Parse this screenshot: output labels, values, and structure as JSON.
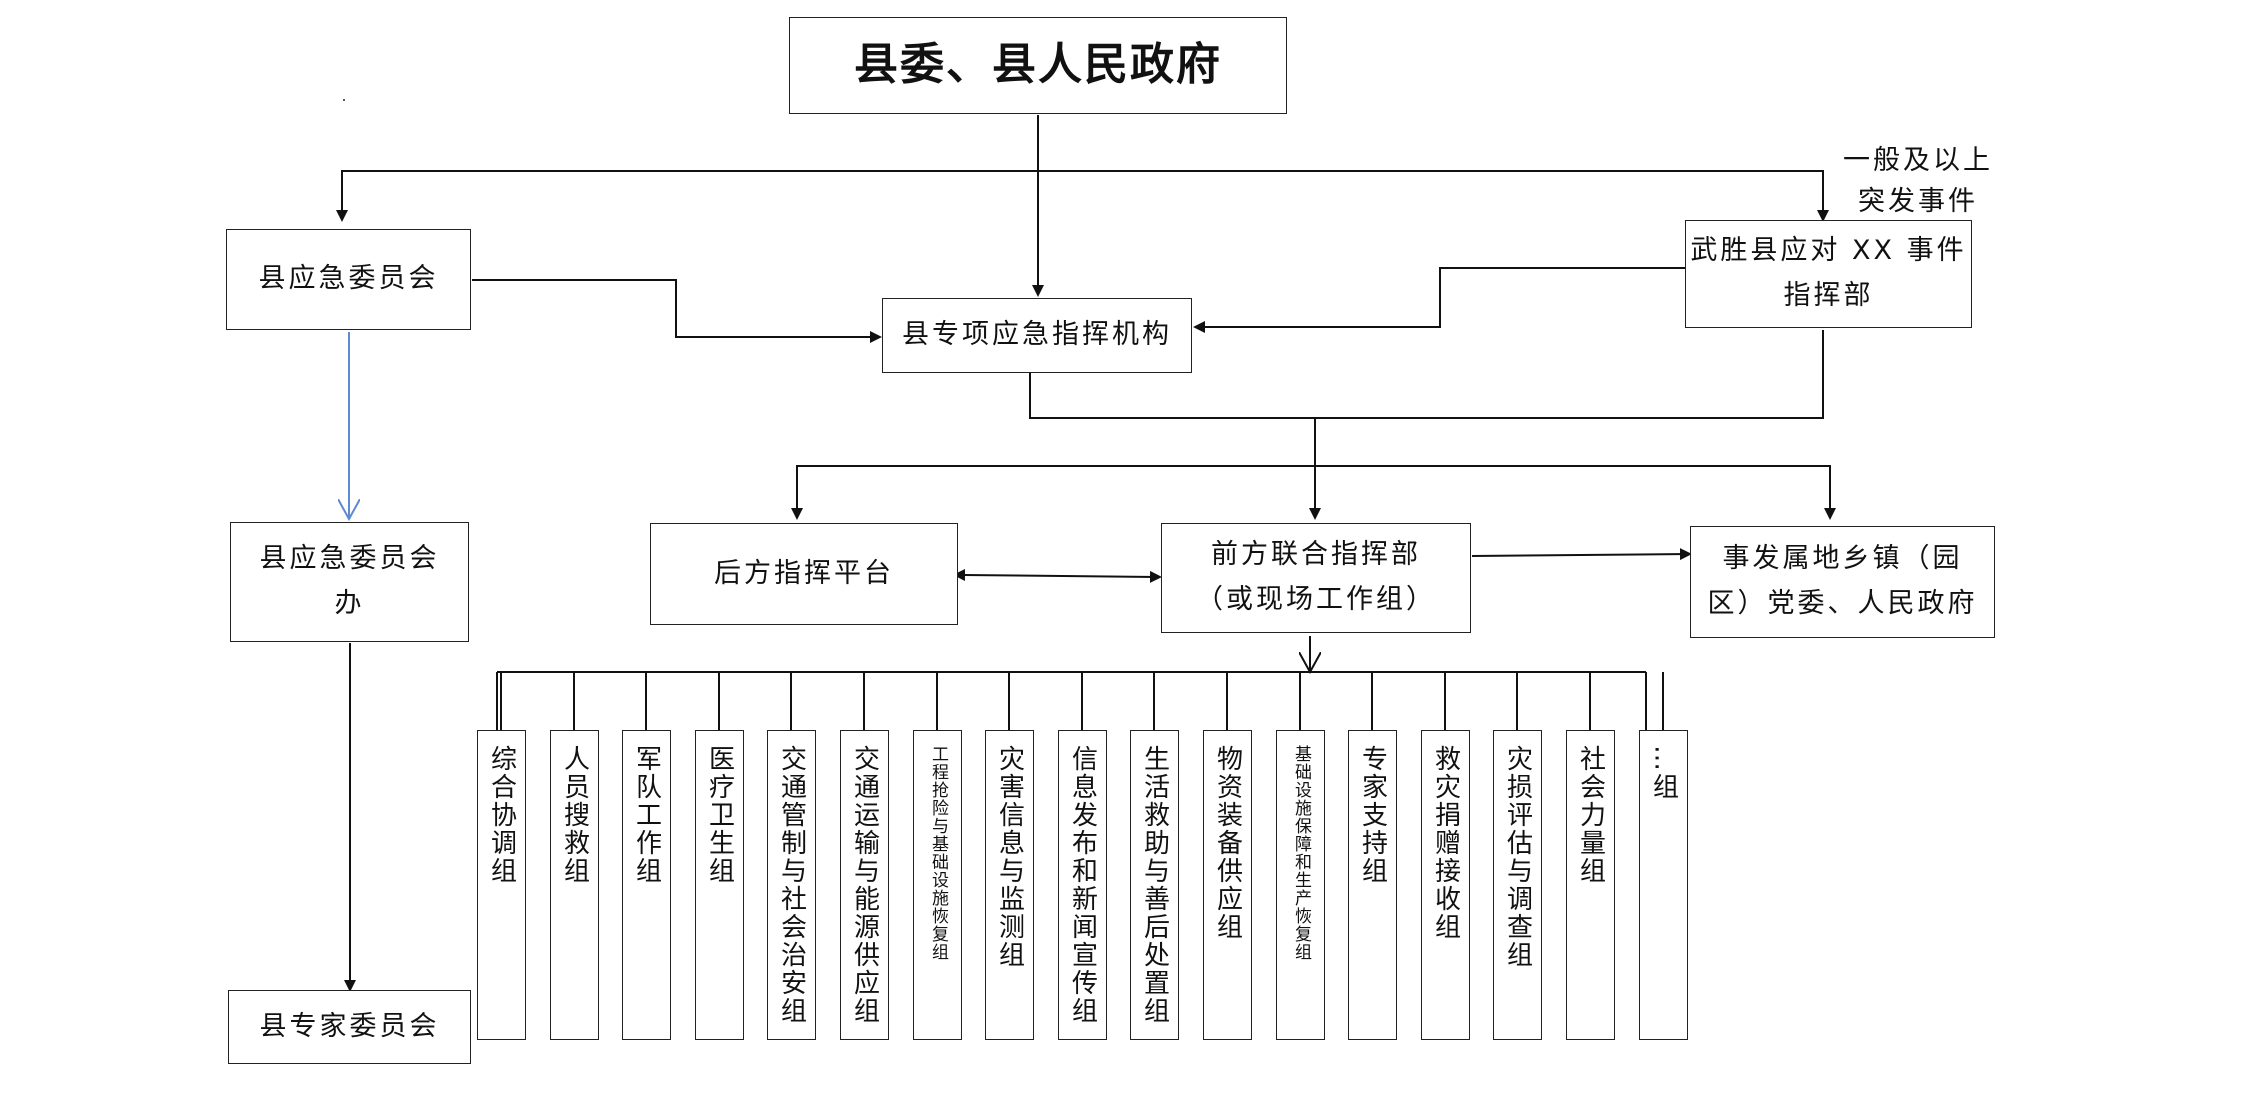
{
  "nodes": {
    "top": "县委、县人民政府",
    "emergency_committee": "县应急委员会",
    "special_command": "县专项应急指挥机构",
    "event_hq_line1": "武胜县应对 XX 事件",
    "event_hq_line2": "指挥部",
    "committee_office_line1": "县应急委员会",
    "committee_office_line2": "办",
    "expert_committee": "县专家委员会",
    "rear_platform": "后方指挥平台",
    "front_hq_line1": "前方联合指挥部",
    "front_hq_line2": "（或现场工作组）",
    "local_gov_line1": "事发属地乡镇（园",
    "local_gov_line2": "区）党委、人民政府"
  },
  "note": {
    "line1": "一般及以上",
    "line2": "突发事件"
  },
  "groups": [
    "综合协调组",
    "人员搜救组",
    "军队工作组",
    "医疗卫生组",
    "交通管制与社会治安组",
    "交通运输与能源供应组",
    "工程抢险与基础设施恢复组",
    "灾害信息与监测组",
    "信息发布和新闻宣传组",
    "生活救助与善后处置组",
    "物资装备供应组",
    "基础设施保障和生产恢复组",
    "专家支持组",
    "救灾捐赠接收组",
    "灾损评估与调查组",
    "社会力量组",
    "…组"
  ],
  "colors": {
    "line": "#111111",
    "office_link": "#5b8bd0"
  }
}
